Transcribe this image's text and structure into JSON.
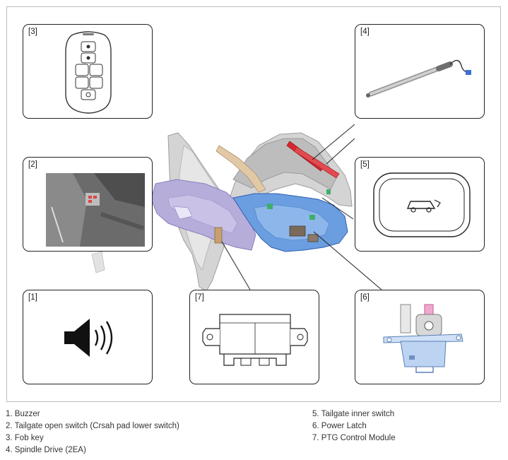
{
  "figure": {
    "callouts": [
      {
        "id": "c1",
        "tag": "[1]",
        "depicts": "buzzer"
      },
      {
        "id": "c2",
        "tag": "[2]",
        "depicts": "tailgate-open-switch"
      },
      {
        "id": "c3",
        "tag": "[3]",
        "depicts": "fob-key"
      },
      {
        "id": "c4",
        "tag": "[4]",
        "depicts": "spindle-drive"
      },
      {
        "id": "c5",
        "tag": "[5]",
        "depicts": "tailgate-inner-switch"
      },
      {
        "id": "c6",
        "tag": "[6]",
        "depicts": "power-latch"
      },
      {
        "id": "c7",
        "tag": "[7]",
        "depicts": "ptg-control-module"
      }
    ],
    "colors": {
      "frame": "#bdbdbd",
      "box_border": "#222222",
      "body_gray": "#c8c8c8",
      "body_shade": "#9e9e9e",
      "panel_purple": "#b3a9d6",
      "panel_blue": "#5b8fd6",
      "strut_red": "#d7282f",
      "module_pink": "#e35aa8"
    }
  },
  "legend": {
    "left": [
      "1. Buzzer",
      "2. Tailgate open switch (Crsah pad lower switch)",
      "3. Fob key",
      "4. Spindle Drive (2EA)"
    ],
    "right": [
      "5. Tailgate inner switch",
      "6. Power Latch",
      "7. PTG Control Module"
    ]
  }
}
